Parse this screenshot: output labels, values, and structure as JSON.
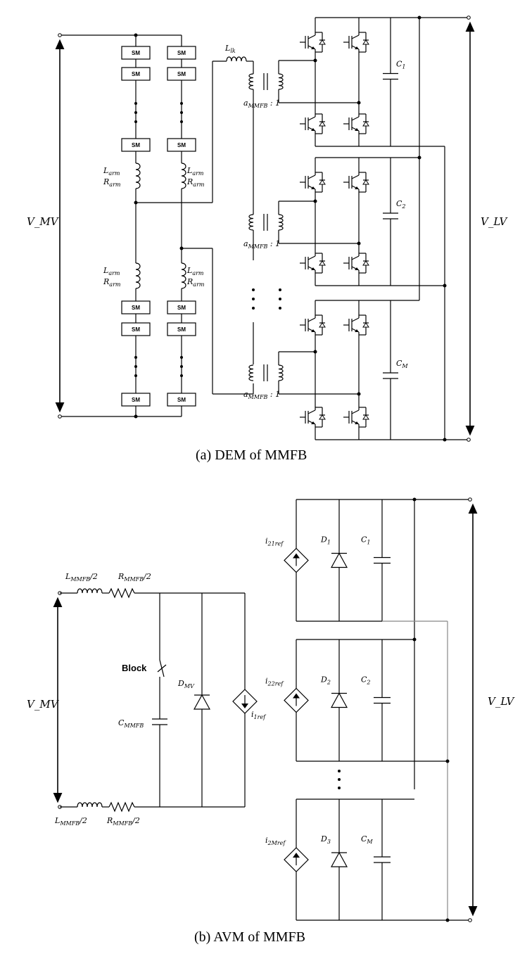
{
  "diagram_a": {
    "caption": "(a)  DEM  of  MMFB",
    "v_mv": "V_MV",
    "v_lv": "V_LV",
    "sm_label": "SM",
    "arm_inductor_label": "L_arm",
    "arm_resistor_label": "R_arm",
    "leakage_label": "L_lk",
    "turns_ratio_label": "a_MMFB : 1",
    "capacitors": [
      "C_1",
      "C_2",
      "C_M"
    ]
  },
  "diagram_b": {
    "caption": "(b)  AVM  of  MMFB",
    "v_mv": "V_MV",
    "v_lv": "V_LV",
    "inductor_label": "L_MMFB/2",
    "resistor_label": "R_MMFB/2",
    "block_label": "Block",
    "cap_mmfb_label": "C_MMFB",
    "diode_mv_label": "D_MV",
    "i1_label": "i_1ref",
    "current_sources": [
      "i_21ref",
      "i_22ref",
      "i_2Mref"
    ],
    "diodes": [
      "D_1",
      "D_2",
      "D_3"
    ],
    "capacitors": [
      "C_1",
      "C_2",
      "C_M"
    ]
  }
}
